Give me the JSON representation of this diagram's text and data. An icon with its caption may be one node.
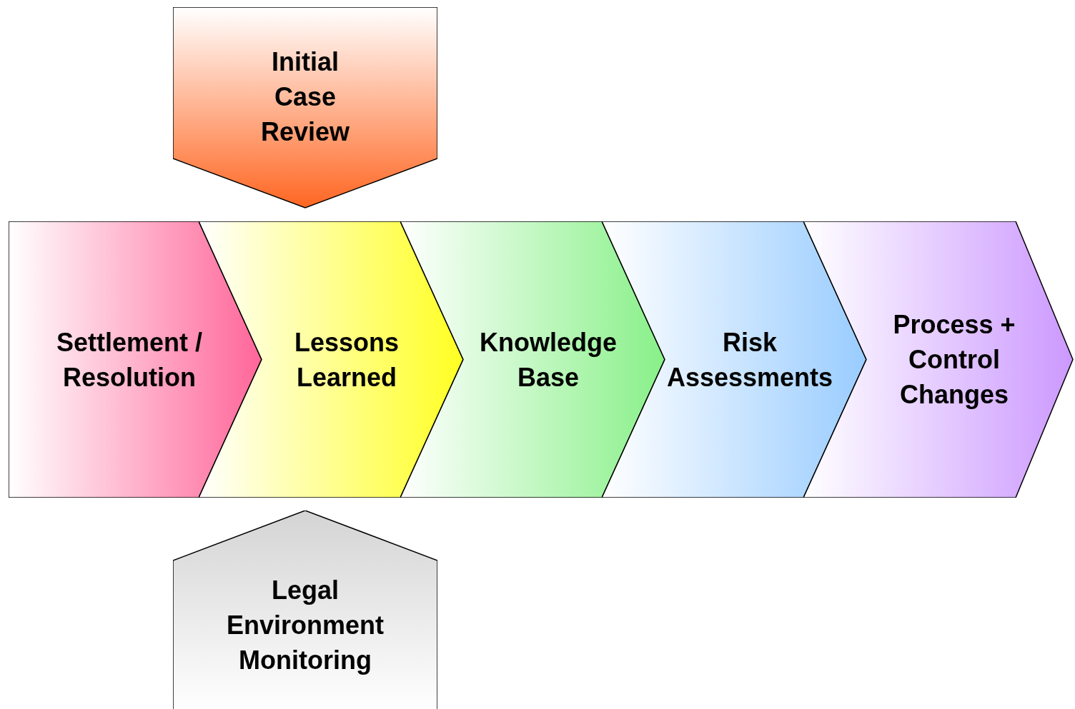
{
  "diagram": {
    "nodes": [
      {
        "text": [
          "Initial Case Review"
        ]
      },
      {
        "text": [
          "Settlement / Resolution"
        ]
      },
      {
        "text": [
          "Lessons Learned"
        ]
      },
      {
        "text": [
          "Knowledge Base"
        ]
      },
      {
        "text": [
          "Risk Assessments"
        ]
      },
      {
        "text": [
          "Process + Control Changes"
        ]
      },
      {
        "text": [
          "Legal Environment Monitoring"
        ]
      }
    ]
  }
}
